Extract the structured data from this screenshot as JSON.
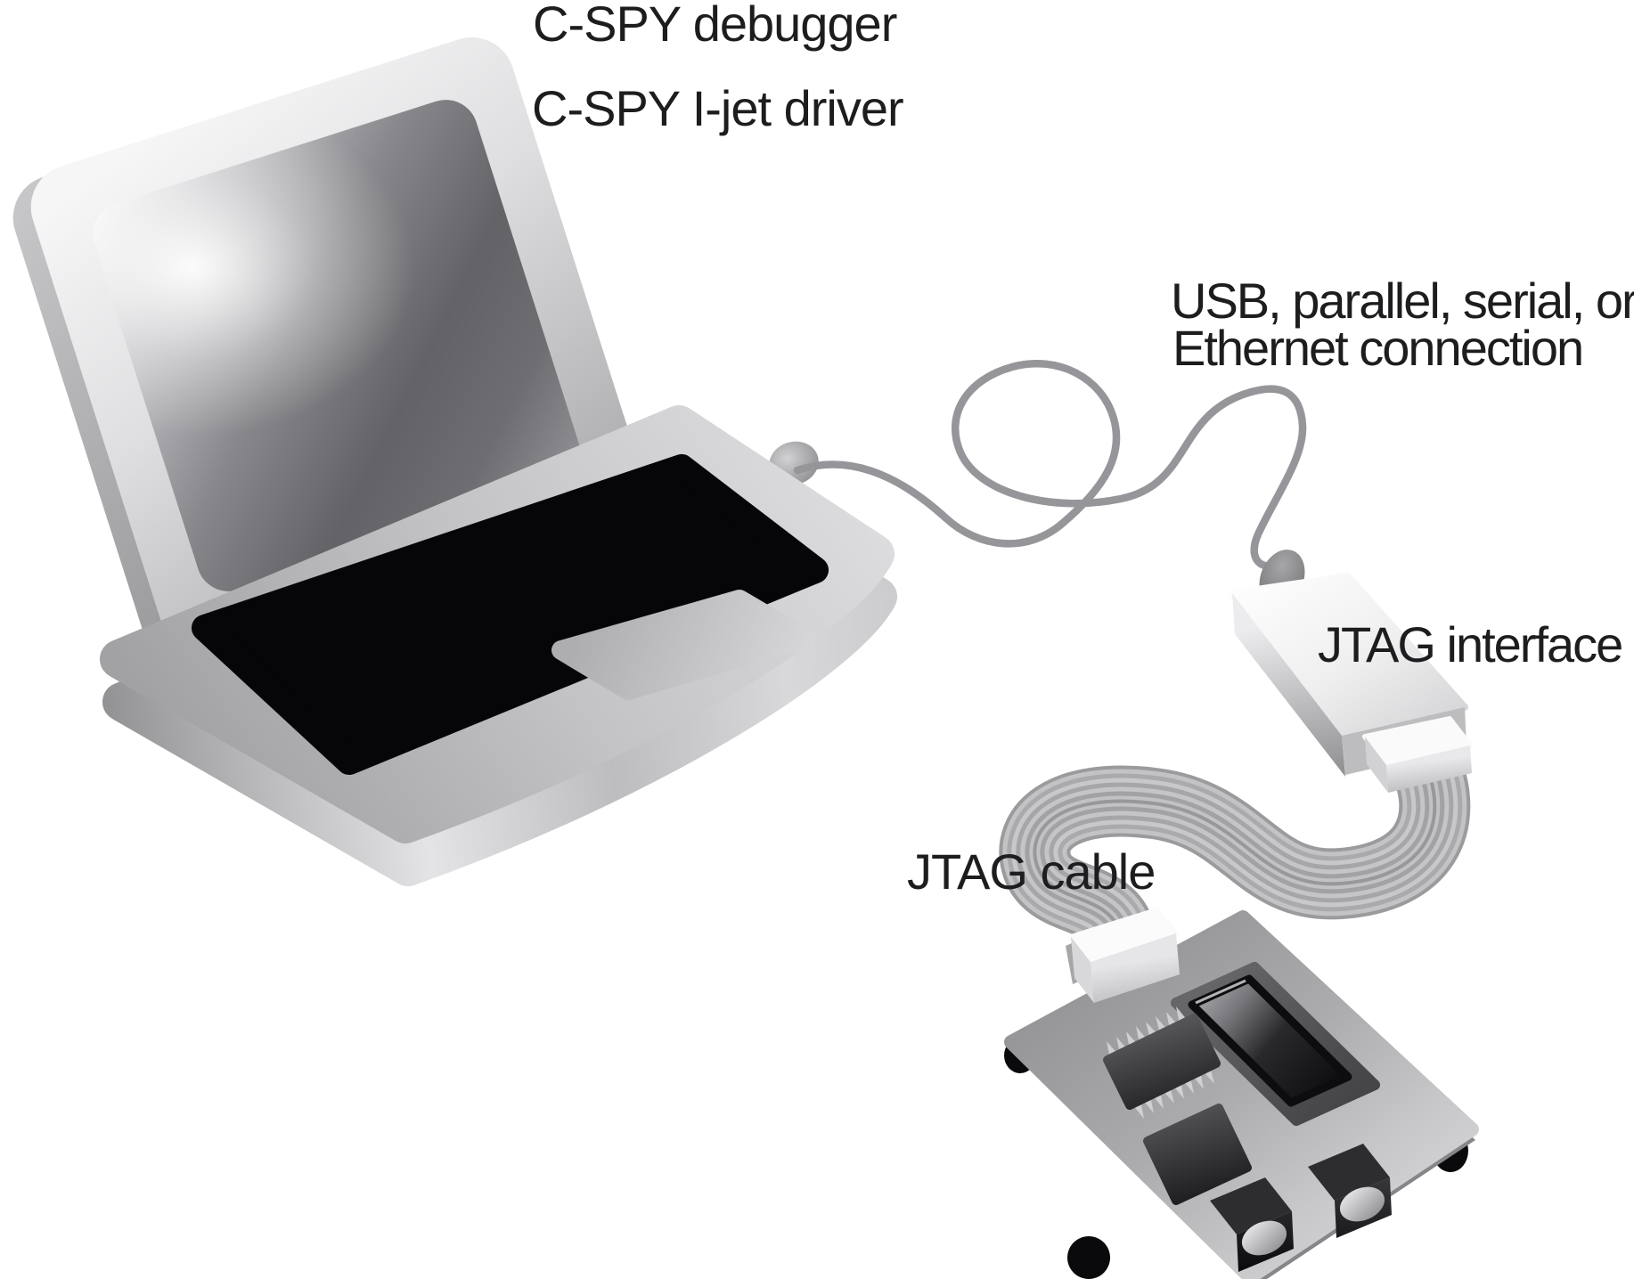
{
  "diagram": {
    "description": "Illustration of a C-SPY debugging setup: laptop connected through a communication cable to a JTAG interface pod, which connects via a JTAG ribbon cable to a target evaluation board",
    "labels": {
      "cspy_debugger": "C-SPY debugger",
      "cspy_driver": "C-SPY I-jet driver",
      "connection_line1": "USB, parallel, serial, or",
      "connection_line2": "Ethernet connection",
      "jtag_interface": "JTAG interface",
      "jtag_cable": "JTAG cable"
    },
    "colors": {
      "background": "#ffffff",
      "label_text": "#1d1d1f",
      "cable_gray": "#96969a",
      "ribbon_gray": "#b6b6b9",
      "laptop_silver": "#c2c2c4",
      "keyboard_black": "#060608",
      "board_gray": "#a9a9ab",
      "foot_black": "#0a0a0c"
    }
  }
}
